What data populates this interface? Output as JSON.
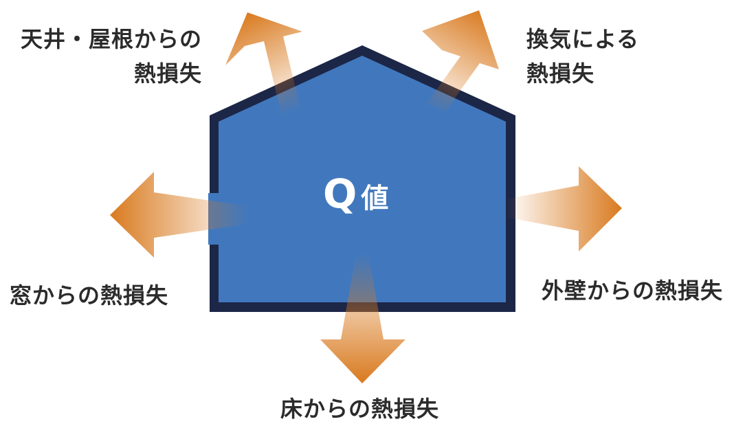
{
  "center_label": {
    "letter": "Q",
    "kanji": "値"
  },
  "heat_losses": {
    "ceiling_roof": {
      "line1": "天井・屋根からの",
      "line2": "熱損失"
    },
    "ventilation": {
      "line1": "換気による",
      "line2": "熱損失"
    },
    "window": {
      "text": "窓からの熱損失"
    },
    "exterior_wall": {
      "text": "外壁からの熱損失"
    },
    "floor": {
      "text": "床からの熱損失"
    }
  },
  "colors": {
    "house_fill": "#4178bd",
    "house_outline": "#1c2647",
    "arrow_orange": "#d97a1f",
    "text": "#2b2b2b",
    "q_text": "#ffffff"
  }
}
